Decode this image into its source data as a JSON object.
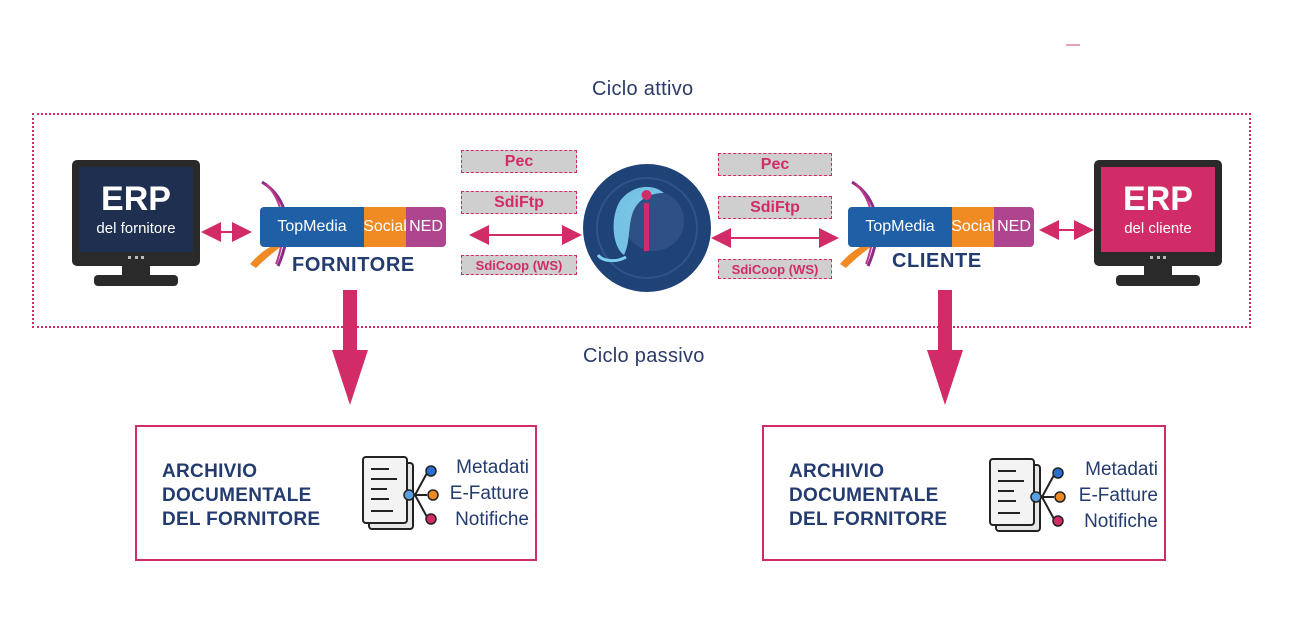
{
  "cycles": {
    "active": "Ciclo attivo",
    "passive": "Ciclo passivo"
  },
  "protocols_left": [
    "Pec",
    "SdiFtp",
    "SdiCoop (WS)"
  ],
  "protocols_right": [
    "Pec",
    "SdiFtp",
    "SdiCoop (WS)"
  ],
  "supplier": {
    "erp_title": "ERP",
    "erp_subtitle": "del fornitore",
    "screen_color": "#1f2f4f",
    "party_label": "FORNITORE"
  },
  "client": {
    "erp_title": "ERP",
    "erp_subtitle": "del cliente",
    "screen_color": "#d12c68",
    "party_label": "CLIENTE"
  },
  "brand": {
    "part1": "TopMedia",
    "part2": "Social",
    "part3": "NED"
  },
  "archives": [
    {
      "title_line1": "ARCHIVIO",
      "title_line2": "DOCUMENTALE",
      "title_line3": "DEL FORNITORE",
      "items": [
        "Metadati",
        "E-Fatture",
        "Notifiche"
      ]
    },
    {
      "title_line1": "ARCHIVIO",
      "title_line2": "DOCUMENTALE",
      "title_line3": "DEL FORNITORE",
      "items": [
        "Metadati",
        "E-Fatture",
        "Notifiche"
      ]
    }
  ],
  "colors": {
    "accent": "#d12c68",
    "navy": "#233b6e",
    "sdi_blue": "#1f4377"
  }
}
